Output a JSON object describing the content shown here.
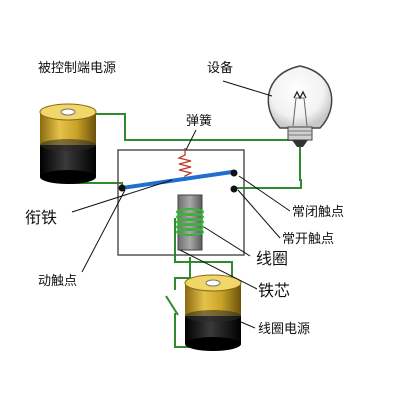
{
  "labels": {
    "controlled_power": "被控制端电源",
    "device": "设备",
    "spring": "弹簧",
    "normally_closed": "常闭触点",
    "normally_open": "常开触点",
    "armature": "衔铁",
    "coil": "线圈",
    "moving_contact": "动触点",
    "iron_core": "铁芯",
    "coil_power": "线圈电源"
  },
  "colors": {
    "wire": "#2e8b2e",
    "armature_bar": "#1e6fd0",
    "battery_gold": "#c9a227",
    "battery_black": "#111111",
    "coil": "#3bb33b",
    "spring": "#c0392b",
    "relay_box": "#555555"
  }
}
